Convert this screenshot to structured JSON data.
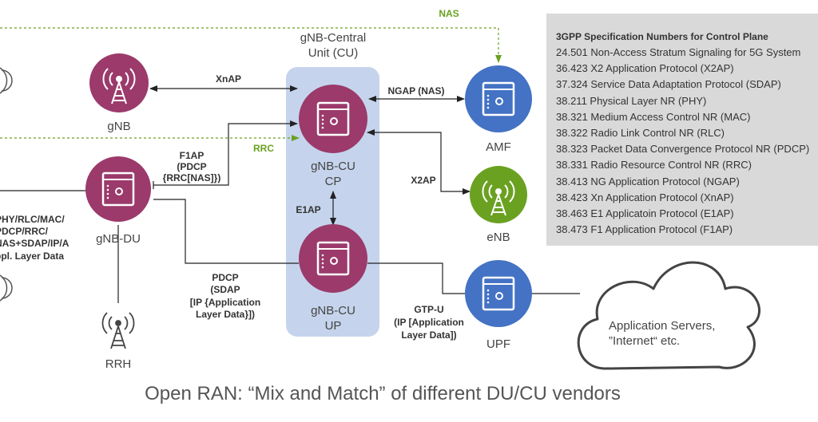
{
  "labels": {
    "nas": "NAS",
    "rrc": "RRC",
    "xnap": "XnAP",
    "ngap": "NGAP (NAS)",
    "x2ap": "X2AP",
    "e1ap": "E1AP",
    "f1ap": [
      "F1AP",
      "(PDCP",
      "{RRC[NAS]})"
    ],
    "pdcp": [
      "PDCP",
      "(SDAP",
      "[IP {Application",
      "Layer Data}])"
    ],
    "gtpu": [
      "GTP-U",
      "(IP [Application",
      "Layer Data])"
    ],
    "left_stack": [
      "PHY/RLC/MAC/",
      "PDCP/RRC/",
      "NAS+SDAP/IP/A",
      "ppl. Layer Data"
    ]
  },
  "nodes": {
    "central_unit": [
      "gNB-Central",
      "Unit (CU)"
    ],
    "gnb": "gNB",
    "gnb_du": "gNB-DU",
    "rrh": "RRH",
    "gnb_cu_cp": [
      "gNB-CU",
      "CP"
    ],
    "gnb_cu_up": [
      "gNB-CU",
      "UP"
    ],
    "amf": "AMF",
    "enb": "eNB",
    "upf": "UPF",
    "cloud": [
      "Application Servers,",
      "”Internet“ etc."
    ]
  },
  "spec_panel": {
    "title": "3GPP Specification Numbers for Control Plane",
    "items": [
      "24.501 Non-Access Stratum Signaling for 5G System",
      "36.423 X2 Application Protocol (X2AP)",
      "37.324 Service Data Adaptation Protocol (SDAP)",
      "38.211 Physical Layer NR (PHY)",
      "38.321 Medium Access Control NR (MAC)",
      "38.322 Radio Link Control NR (RLC)",
      "38.323 Packet Data Convergence Protocol NR (PDCP)",
      "38.331 Radio Resource Control NR (RRC)",
      "38.413 NG Application Protocol (NGAP)",
      "38.423 Xn Application Protocol (XnAP)",
      "38.463 E1 Applicatoin Protocol (E1AP)",
      "38.473 F1 Application Protocol (F1AP)"
    ]
  },
  "caption": "Open RAN: “Mix and Match” of different DU/CU vendors",
  "colors": {
    "purple": "#9b3a6b",
    "blue": "#4472c4",
    "green": "#6aa121",
    "cu_region": "#c5d4ec",
    "panel": "#d9d9d9"
  }
}
